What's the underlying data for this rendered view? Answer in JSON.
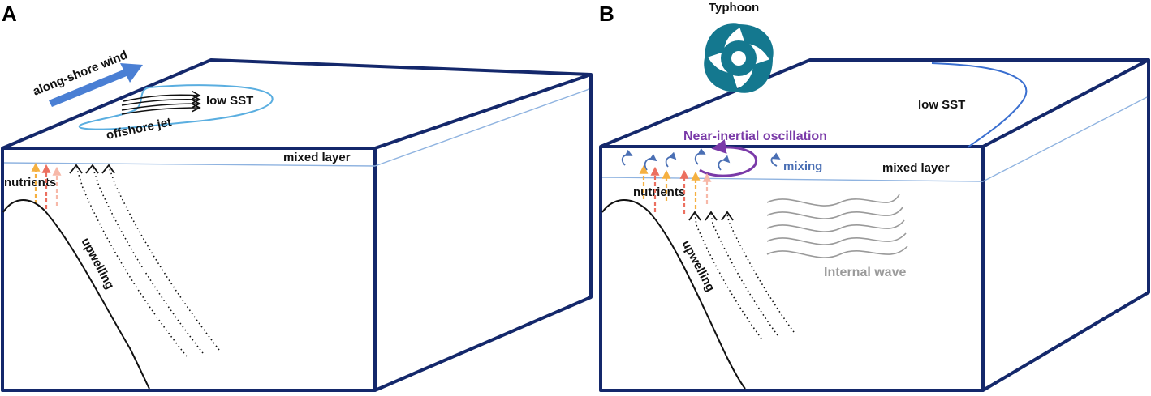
{
  "panel_a": {
    "letter": "A",
    "wind_label": "along-shore wind",
    "low_sst_label": "low SST",
    "jet_label": "offshore jet",
    "mixed_layer_label": "mixed layer",
    "nutrients_label": "nutrients",
    "upwelling_label": "upwelling"
  },
  "panel_b": {
    "letter": "B",
    "typhoon_label": "Typhoon",
    "low_sst_label": "low SST",
    "nio_label": "Near-inertial oscillation",
    "mixing_label": "mixing",
    "mixed_layer_label": "mixed layer",
    "nutrients_label": "nutrients",
    "upwelling_label": "upwelling",
    "internal_wave_label": "Internal wave"
  },
  "colors": {
    "box_outline": "#14286b",
    "wind_arrow": "#4a7fd4",
    "sst_contour": "#5aaee0",
    "typhoon": "#14788f",
    "nio": "#7a3aa8",
    "mixing": "#4a6fb4",
    "internal_wave": "#9a9a9a",
    "nutrient_arrows": [
      "#f5b040",
      "#ec7060",
      "#f5b040",
      "#f7b8a8"
    ]
  }
}
